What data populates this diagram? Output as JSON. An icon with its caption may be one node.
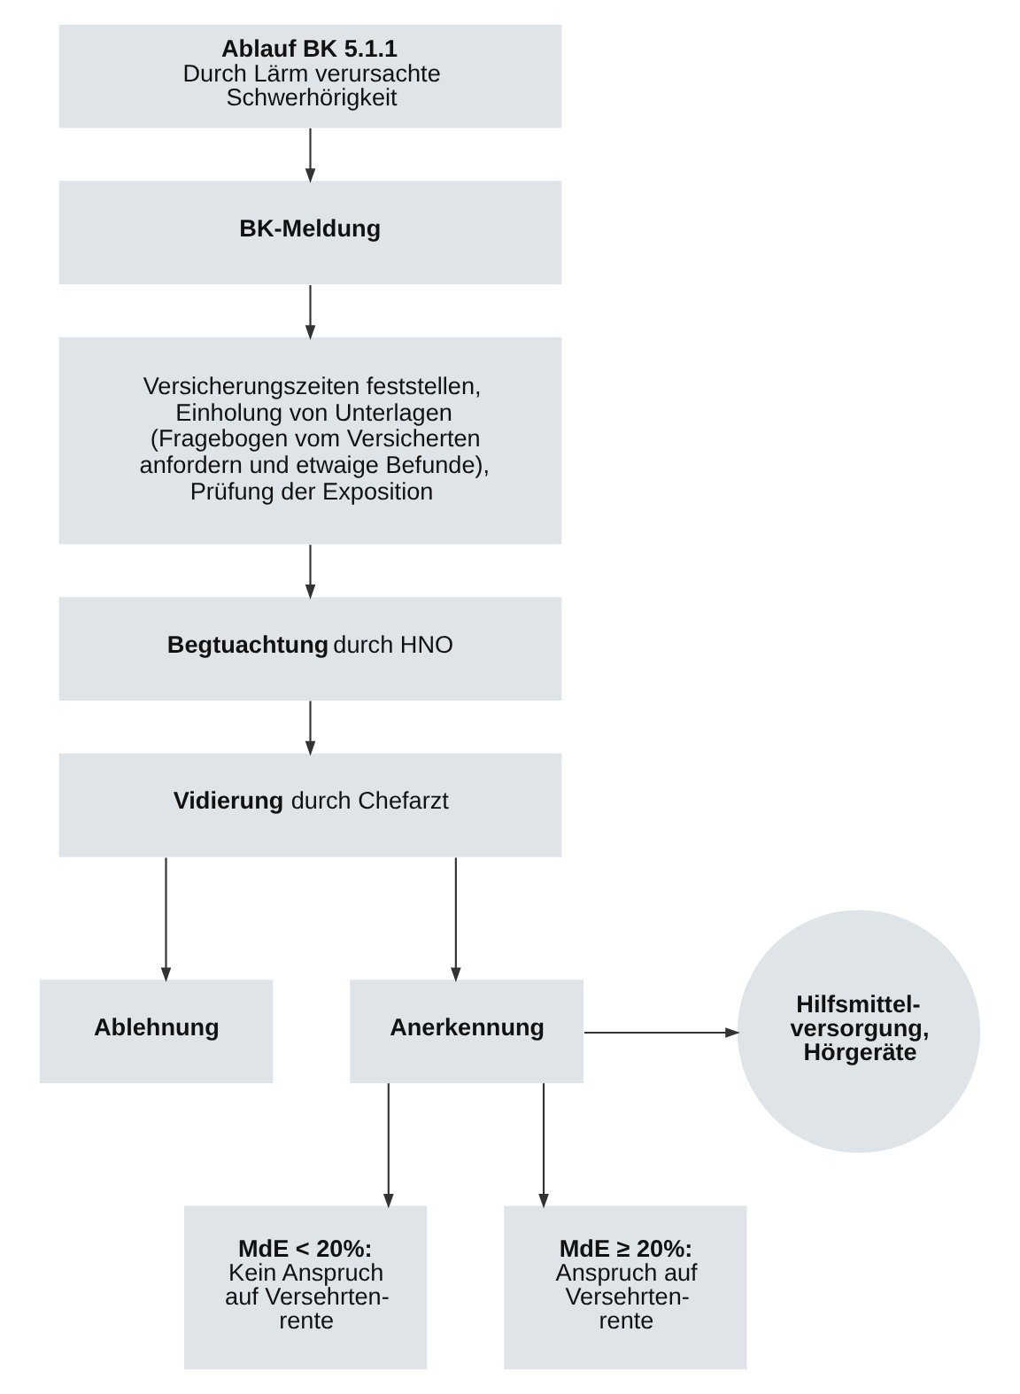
{
  "diagram": {
    "nodes": [
      {
        "text": [
          "Ablauf BK 5.1.1",
          "Durch Lärm verursachte Schwerhörigkeit"
        ]
      },
      {
        "text": [
          "BK-Meldung"
        ]
      },
      {
        "text": [
          "Versicherungszeiten feststellen, Einholung von Unterlagen (Fragebogen vom Versicherten anfordern und etwaige Befunde), Prüfung der Exposition"
        ]
      },
      {
        "text": [
          "**Begtuachtung** durch HNO"
        ]
      },
      {
        "text": [
          "**Vidierung** durch Chefarzt"
        ]
      },
      {
        "text": [
          "Ablehnung"
        ]
      },
      {
        "text": [
          "Anerkennung"
        ]
      },
      {
        "text": [
          "Hilfsmittel- versorgung, Hörgeräte"
        ]
      },
      {
        "text": [
          "MdE < 20%:",
          "Kein Anspruch auf Versehrten- rente"
        ]
      },
      {
        "text": [
          "MdE ≥ 20%:",
          "Anspruch auf Versehrten- rente"
        ]
      }
    ],
    "edges": [
      {
        "from": 0,
        "to": 1,
        "arrow": "to"
      },
      {
        "from": 1,
        "to": 2,
        "arrow": "to"
      },
      {
        "from": 2,
        "to": 3,
        "arrow": "to"
      },
      {
        "from": 3,
        "to": 4,
        "arrow": "to"
      },
      {
        "from": 4,
        "to": 5,
        "arrow": "to"
      },
      {
        "from": 4,
        "to": 6,
        "arrow": "to"
      },
      {
        "from": 6,
        "to": 7,
        "arrow": "to"
      },
      {
        "from": 6,
        "to": 8,
        "arrow": "to"
      },
      {
        "from": 6,
        "to": 9,
        "arrow": "to"
      }
    ]
  }
}
